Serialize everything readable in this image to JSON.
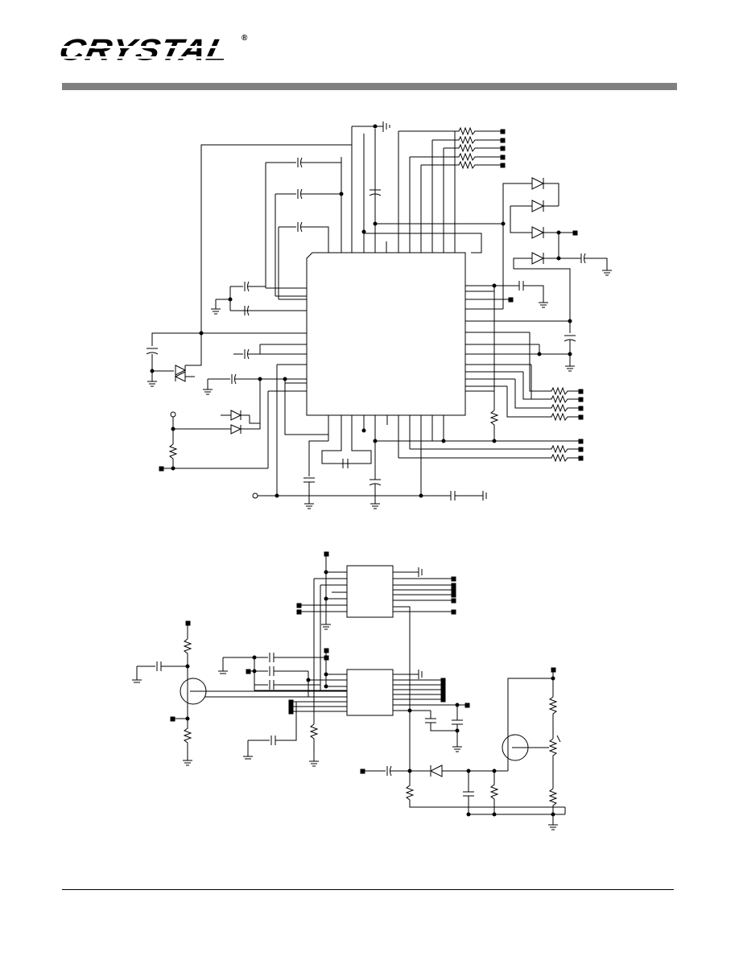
{
  "header": {
    "logo_text": "CRYSTAL",
    "registered_mark": "®",
    "bar_color": "#808080"
  },
  "figures": [
    {
      "id": "schematic-top"
    },
    {
      "id": "schematic-bottom"
    }
  ]
}
